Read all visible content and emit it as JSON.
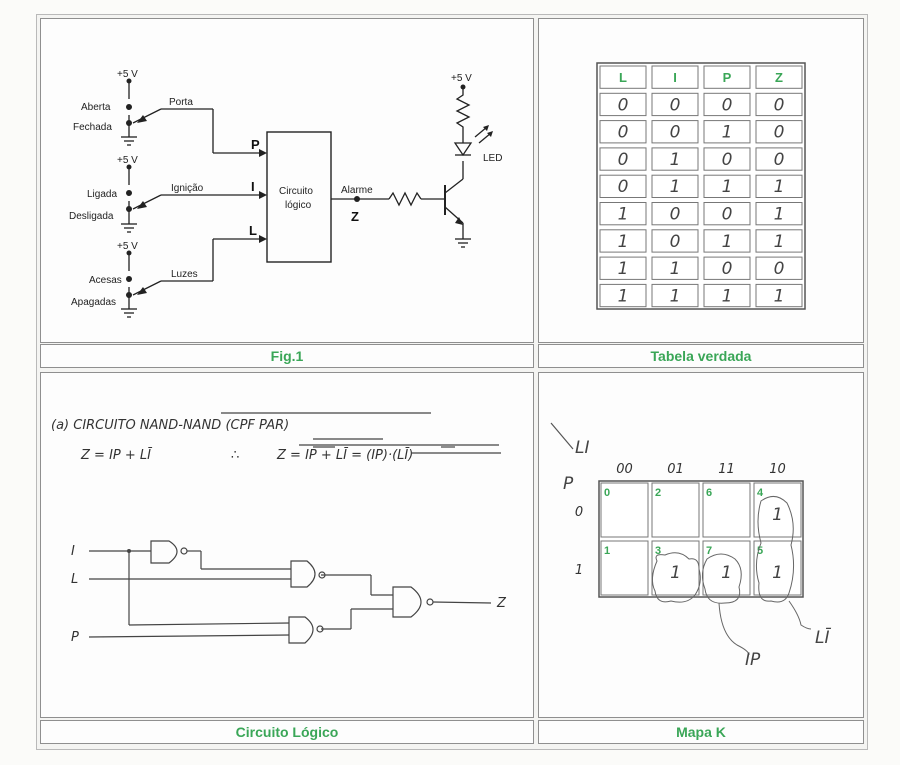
{
  "panels": {
    "fig1_caption": "Fig.1",
    "truth_table_caption": "Tabela verdada",
    "circuit_caption": "Circuito Lógico",
    "kmap_caption": "Mapa K"
  },
  "fig1": {
    "switches": [
      {
        "supply": "+5 V",
        "up": "Aberta",
        "down": "Fechada",
        "wire": "Porta",
        "input": "P"
      },
      {
        "supply": "+5 V",
        "up": "Ligada",
        "down": "Desligada",
        "wire": "Ignição",
        "input": "I"
      },
      {
        "supply": "+5 V",
        "up": "Acesas",
        "down": "Apagadas",
        "wire": "Luzes",
        "input": "L"
      }
    ],
    "block_line1": "Circuito",
    "block_line2": "lógico",
    "output_label": "Alarme",
    "output_symbol": "Z",
    "led_supply": "+5 V",
    "led_label": "LED"
  },
  "truth_table": {
    "headers": [
      "L",
      "I",
      "P",
      "Z"
    ],
    "rows": [
      [
        "0",
        "0",
        "0",
        "0"
      ],
      [
        "0",
        "0",
        "1",
        "0"
      ],
      [
        "0",
        "1",
        "0",
        "0"
      ],
      [
        "0",
        "1",
        "1",
        "1"
      ],
      [
        "1",
        "0",
        "0",
        "1"
      ],
      [
        "1",
        "0",
        "1",
        "1"
      ],
      [
        "1",
        "1",
        "0",
        "0"
      ],
      [
        "1",
        "1",
        "1",
        "1"
      ]
    ]
  },
  "circuit": {
    "title": "(a) CIRCUITO NAND-NAND (CPF PAR)",
    "eq_left": "Z = IP + LĪ",
    "therefore": "∴",
    "eq_right": "Z = IP + LĪ = (IP)·(LĪ)",
    "input_i": "I",
    "input_l": "L",
    "input_p": "P",
    "output": "Z"
  },
  "kmap": {
    "col_var": "LI",
    "row_var": "P",
    "col_labels": [
      "00",
      "01",
      "11",
      "10"
    ],
    "row_labels": [
      "0",
      "1"
    ],
    "cells": [
      [
        {
          "index": "0",
          "value": ""
        },
        {
          "index": "2",
          "value": ""
        },
        {
          "index": "6",
          "value": ""
        },
        {
          "index": "4",
          "value": "1"
        }
      ],
      [
        {
          "index": "1",
          "value": ""
        },
        {
          "index": "3",
          "value": "1"
        },
        {
          "index": "7",
          "value": "1"
        },
        {
          "index": "5",
          "value": "1"
        }
      ]
    ],
    "group_ip": "IP",
    "group_li": "LĪ"
  }
}
